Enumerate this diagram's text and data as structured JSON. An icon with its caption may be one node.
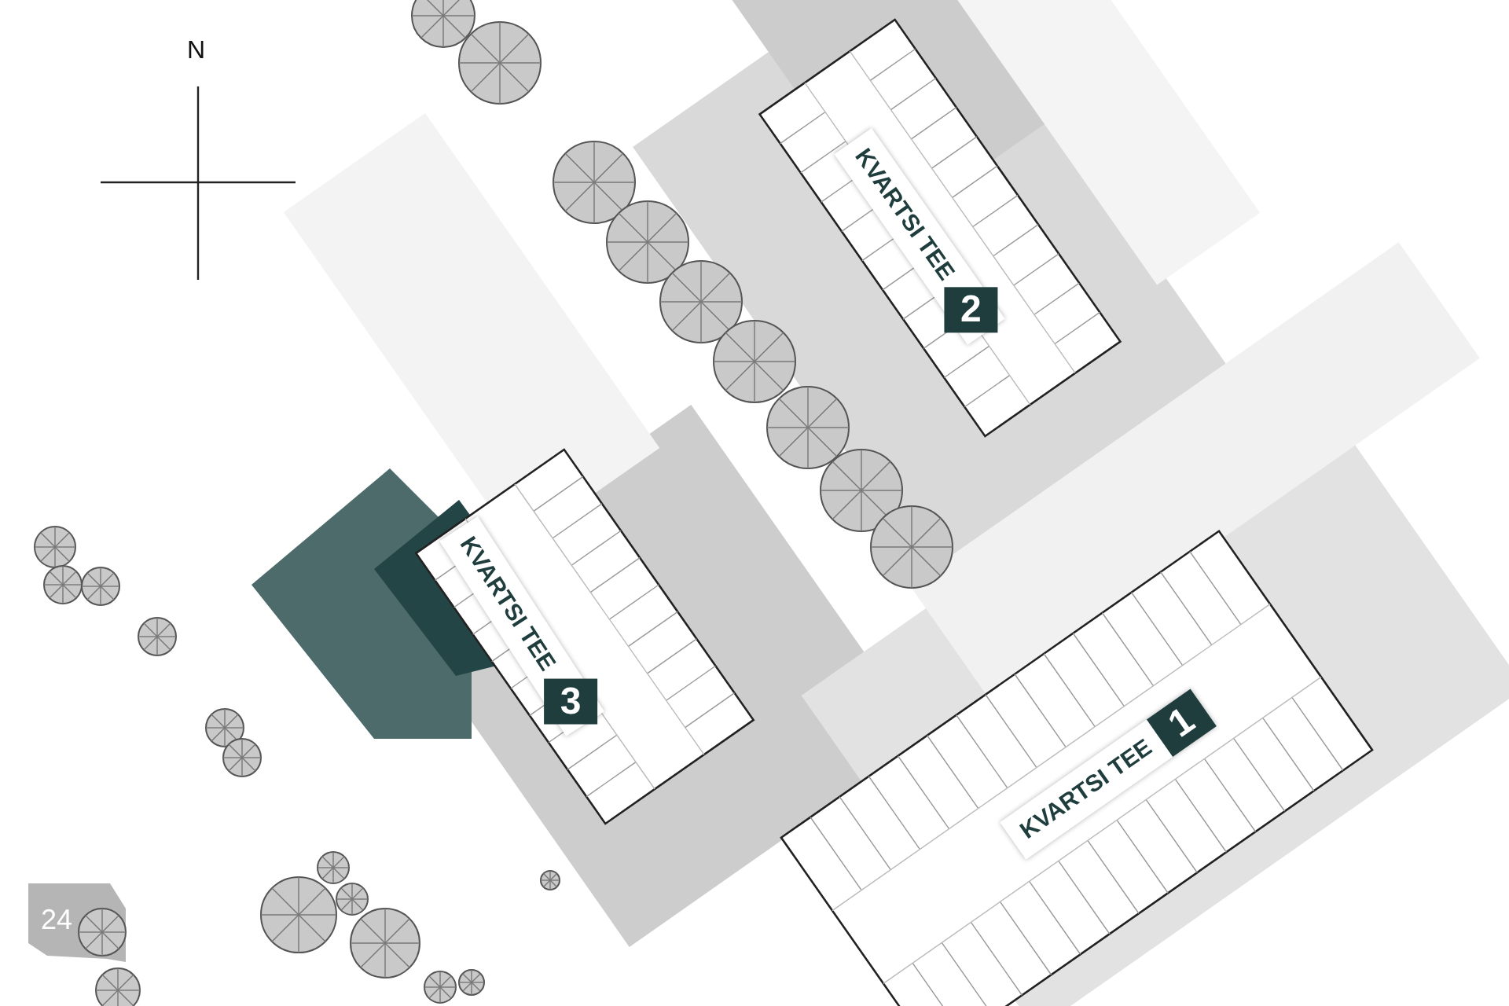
{
  "diagram": {
    "labels": [
      "N",
      "KVARTSI TEE",
      "2",
      "KVARTSI TEE",
      "3",
      "KVARTSI TEE",
      "1",
      "24"
    ]
  }
}
